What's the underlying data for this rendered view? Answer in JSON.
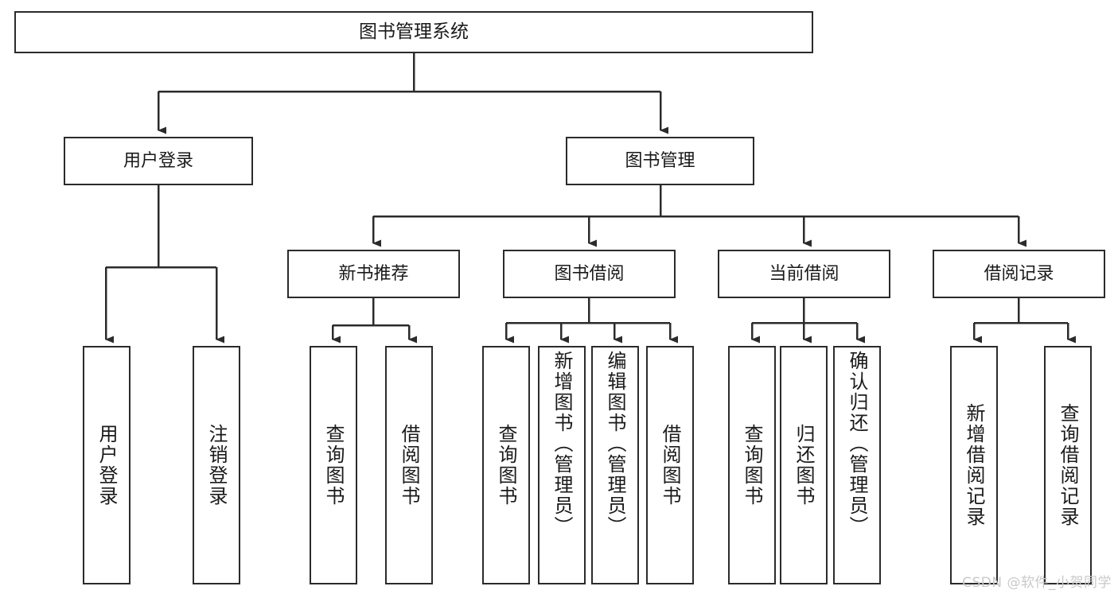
{
  "diagram": {
    "title": "图书管理系统",
    "type": "tree-hierarchy-chart",
    "background_color": "#ffffff",
    "line_color": "#2b2b2b",
    "box_border_color": "#2b2b2b",
    "box_fill_color": "#ffffff",
    "text_color": "#1a1a1a"
  },
  "root": {
    "label": "图书管理系统"
  },
  "level2": [
    {
      "label": "用户登录"
    },
    {
      "label": "图书管理"
    }
  ],
  "level3": [
    {
      "label": "新书推荐"
    },
    {
      "label": "图书借阅"
    },
    {
      "label": "当前借阅"
    },
    {
      "label": "借阅记录"
    }
  ],
  "leaves": {
    "user_login": [
      {
        "label": "用户登录"
      },
      {
        "label": "注销登录"
      }
    ],
    "new_book_recommend": [
      {
        "label": "查询图书"
      },
      {
        "label": "借阅图书"
      }
    ],
    "book_borrow": [
      {
        "label": "查询图书"
      },
      {
        "label": "新增图书（管理员）"
      },
      {
        "label": "编辑图书（管理员）"
      },
      {
        "label": "借阅图书"
      }
    ],
    "current_borrow": [
      {
        "label": "查询图书"
      },
      {
        "label": "归还图书"
      },
      {
        "label": "确认归还（管理员）"
      }
    ],
    "borrow_record": [
      {
        "label": "新增借阅记录"
      },
      {
        "label": "查询借阅记录"
      }
    ]
  },
  "watermark": {
    "text": "CSDN @软件_小贺同学"
  }
}
